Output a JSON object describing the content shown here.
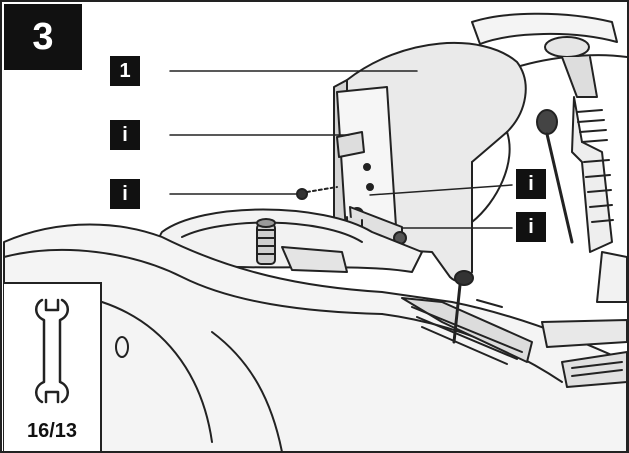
{
  "step": {
    "number": "3"
  },
  "callouts": [
    {
      "label": "1"
    },
    {
      "label": "i"
    },
    {
      "label": "i"
    },
    {
      "label": "i"
    },
    {
      "label": "i"
    }
  ],
  "tool": {
    "icon": "wrench-icon",
    "label": "16/13"
  }
}
